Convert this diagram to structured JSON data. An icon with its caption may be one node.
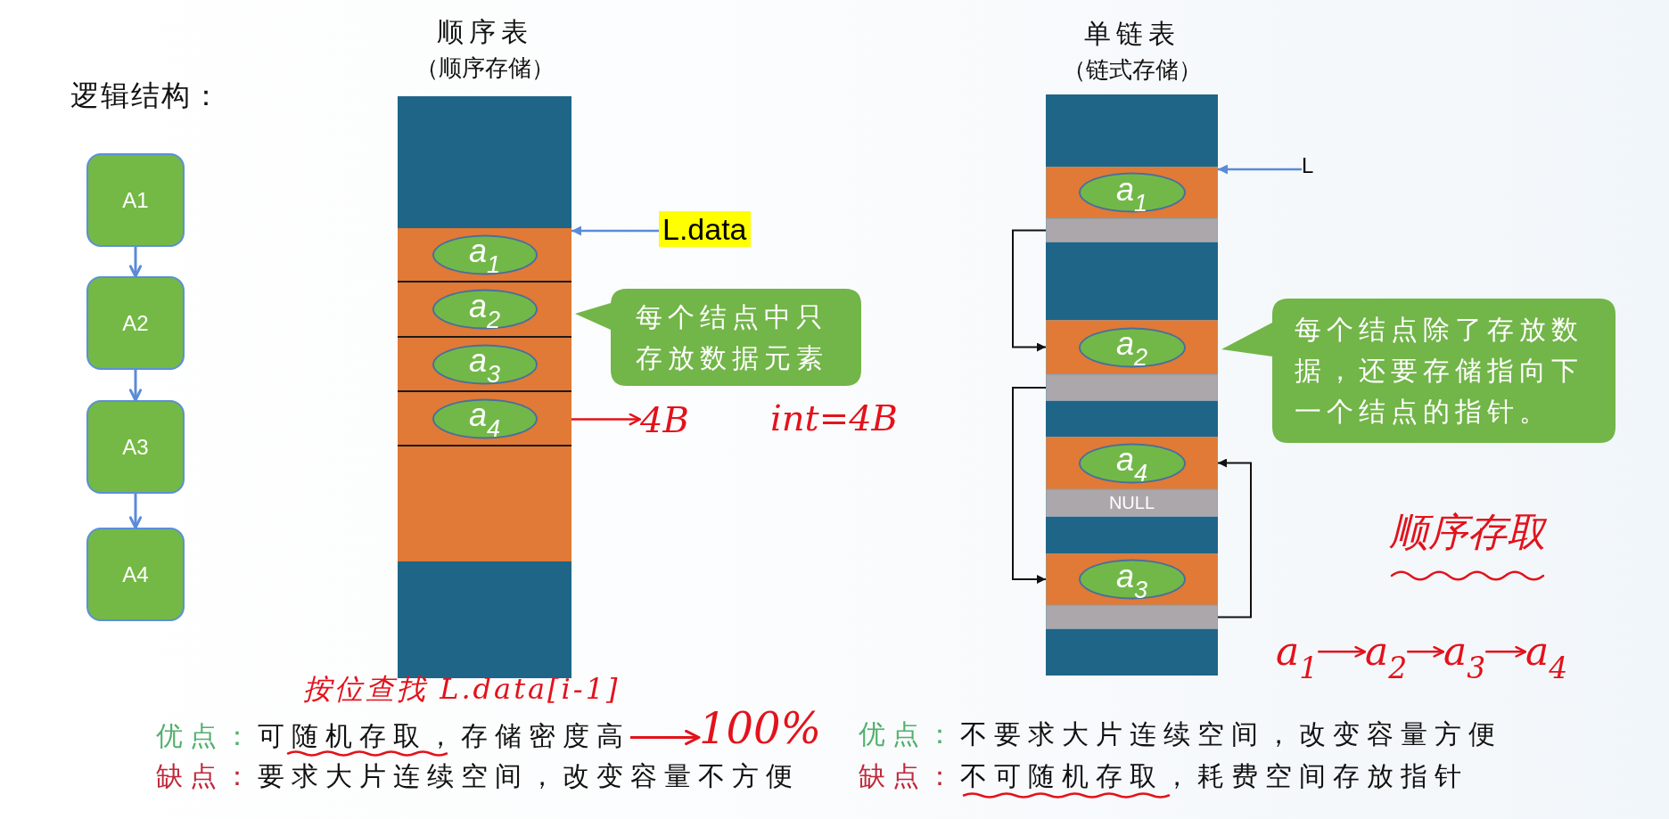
{
  "diagram": {
    "nodes": [
      {
        "text": [
          "A1"
        ]
      },
      {
        "text": [
          "A2"
        ]
      },
      {
        "text": [
          "A3"
        ]
      },
      {
        "text": [
          "A4"
        ]
      },
      {
        "text": [
          "顺序表",
          "（顺序存储）"
        ]
      },
      {
        "text": [],
        "shape": "box",
        "in": 4
      },
      {
        "text": [
          "a$_{1}$"
        ],
        "in": 5
      },
      {
        "text": [],
        "shape": "box",
        "in": 4
      },
      {
        "text": [
          "a$_{2}$"
        ],
        "in": 7
      },
      {
        "text": [],
        "shape": "box",
        "in": 4
      },
      {
        "text": [
          "a$_{3}$"
        ],
        "in": 9
      },
      {
        "text": [],
        "shape": "box",
        "in": 4
      },
      {
        "text": [
          "a$_{4}$"
        ],
        "in": 11
      },
      {
        "text": [
          "L.data"
        ]
      },
      {
        "text": [
          "每个结点中只存放数据元素"
        ]
      },
      {
        "text": [
          "4B"
        ]
      },
      {
        "text": [
          "优点：",
          "可随机存取，存储密度高"
        ]
      },
      {
        "text": [
          "100%"
        ]
      },
      {
        "text": [
          "单链表",
          "（链式存储）"
        ]
      },
      {
        "text": [],
        "shape": "box",
        "in": 18
      },
      {
        "text": [
          "a$_{1}$"
        ],
        "in": 19
      },
      {
        "text": [],
        "shape": "box",
        "in": 18
      },
      {
        "text": [],
        "shape": "box",
        "in": 18
      },
      {
        "text": [
          "a$_{2}$"
        ],
        "in": 22
      },
      {
        "text": [],
        "shape": "box",
        "in": 18
      },
      {
        "text": [],
        "shape": "box",
        "in": 18
      },
      {
        "text": [
          "a$_{4}$"
        ],
        "in": 25
      },
      {
        "text": [
          "NULL"
        ],
        "in": 18
      },
      {
        "text": [],
        "shape": "box",
        "in": 18
      },
      {
        "text": [
          "a$_{3}$"
        ],
        "in": 28
      },
      {
        "text": [],
        "shape": "box",
        "in": 18
      },
      {
        "text": [
          "L"
        ]
      },
      {
        "text": [
          "每个结点除了存放数据，还要存储指向下一个结点的指针。"
        ]
      },
      {
        "text": [
          "a$_{1}$"
        ]
      },
      {
        "text": [
          "a$_{2}$"
        ]
      },
      {
        "text": [
          "a$_{3}$"
        ]
      },
      {
        "text": [
          "a$_{4}$"
        ]
      }
    ],
    "edges": [
      {
        "from": 0,
        "to": 1,
        "arrow": "to"
      },
      {
        "from": 1,
        "to": 2,
        "arrow": "to"
      },
      {
        "from": 2,
        "to": 3,
        "arrow": "to"
      },
      {
        "from": 13,
        "to": 5,
        "arrow": "to"
      },
      {
        "from": 11,
        "to": 15,
        "arrow": "to",
        "color": "#e3121b"
      },
      {
        "from": 16,
        "to": 17,
        "arrow": "to",
        "color": "#e3121b"
      },
      {
        "from": 31,
        "to": 19,
        "arrow": "to"
      },
      {
        "from": 21,
        "to": 22,
        "arrow": "to",
        "color": "#111111"
      },
      {
        "from": 24,
        "to": 28,
        "arrow": "to",
        "color": "#111111"
      },
      {
        "from": 30,
        "to": 25,
        "arrow": "to",
        "color": "#111111"
      },
      {
        "from": 33,
        "to": 34,
        "arrow": "to",
        "color": "#e3121b"
      },
      {
        "from": 34,
        "to": 35,
        "arrow": "to",
        "color": "#e3121b"
      },
      {
        "from": 35,
        "to": 36,
        "arrow": "to",
        "color": "#e3121b"
      }
    ],
    "labels": [
      "逻辑结构：",
      "int=4B",
      "顺序存取",
      "按位查找 L.data[i-1]",
      "优点：",
      "不要求大片连续空间，改变容量方便",
      "缺点：",
      "要求大片连续空间，改变容量不方便",
      "缺点：",
      "不可随机存取，耗费空间存放指针"
    ]
  }
}
